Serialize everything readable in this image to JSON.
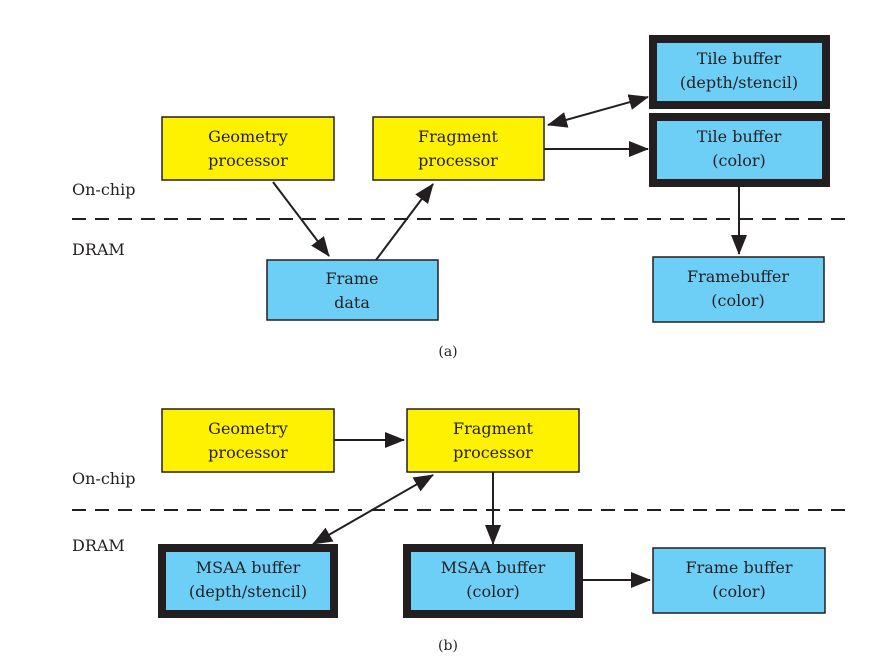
{
  "colors": {
    "processor_fill": "#fff200",
    "memory_fill": "#6dcff6",
    "stroke": "#231f20"
  },
  "diagram_a": {
    "caption": "(a)",
    "region_labels": {
      "on_chip": "On-chip",
      "dram": "DRAM"
    },
    "boxes": {
      "geometry": {
        "line1": "Geometry",
        "line2": "processor"
      },
      "fragment": {
        "line1": "Fragment",
        "line2": "processor"
      },
      "tile_depth": {
        "line1": "Tile buffer",
        "line2": "(depth/stencil)"
      },
      "tile_color": {
        "line1": "Tile buffer",
        "line2": "(color)"
      },
      "frame_data": {
        "line1": "Frame",
        "line2": "data"
      },
      "framebuffer": {
        "line1": "Framebuffer",
        "line2": "(color)"
      }
    }
  },
  "diagram_b": {
    "caption": "(b)",
    "region_labels": {
      "on_chip": "On-chip",
      "dram": "DRAM"
    },
    "boxes": {
      "geometry": {
        "line1": "Geometry",
        "line2": "processor"
      },
      "fragment": {
        "line1": "Fragment",
        "line2": "processor"
      },
      "msaa_depth": {
        "line1": "MSAA buffer",
        "line2": "(depth/stencil)"
      },
      "msaa_color": {
        "line1": "MSAA buffer",
        "line2": "(color)"
      },
      "frame_buffer": {
        "line1": "Frame buffer",
        "line2": "(color)"
      }
    }
  }
}
